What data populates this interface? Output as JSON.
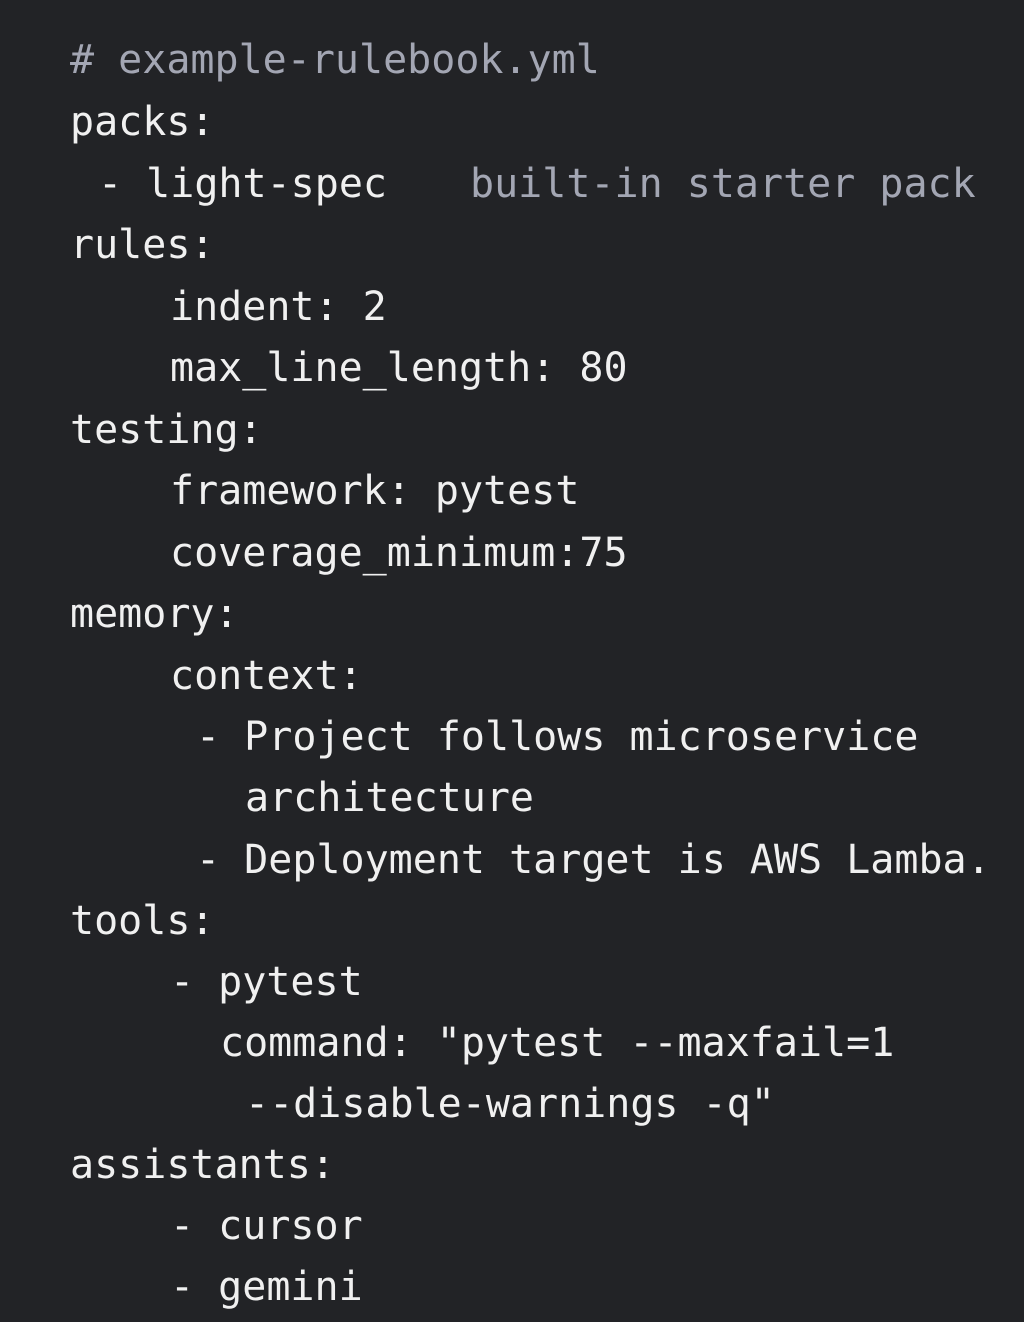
{
  "colors": {
    "background": "#222326",
    "text": "#f0f0f0",
    "comment": "#a3a6b3"
  },
  "file_comment": "# example-rulebook.yml",
  "packs": {
    "key": "packs:",
    "item": "- light-spec",
    "item_comment": "built-in starter pack"
  },
  "rules": {
    "key": "rules:",
    "indent": "indent: 2",
    "max_line_length": "max_line_length: 80"
  },
  "testing": {
    "key": "testing:",
    "framework": "framework: pytest",
    "coverage_minimum": "coverage_minimum:75"
  },
  "memory": {
    "key": "memory:",
    "context_key": "context:",
    "item1_line1": "- Project follows microservice",
    "item1_line2": "architecture",
    "item2": "- Deployment target is AWS Lamba."
  },
  "tools": {
    "key": "tools:",
    "item": "- pytest",
    "command_line1": "command: \"pytest --maxfail=1",
    "command_line2": "--disable-warnings -q\""
  },
  "assistants": {
    "key": "assistants:",
    "items": [
      "- cursor",
      "- gemini"
    ]
  }
}
